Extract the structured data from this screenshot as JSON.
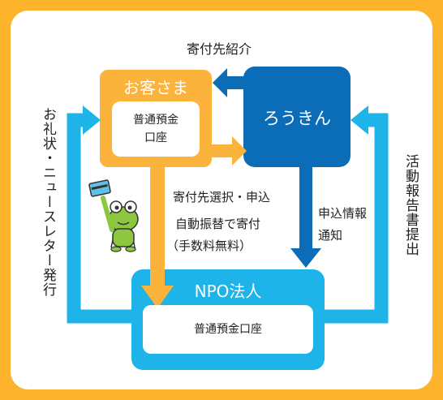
{
  "labels": {
    "top": "寄付先紹介",
    "customer": "お客さま",
    "customer_account": "普通預金\n口座",
    "bank": "ろうきん",
    "select": "寄付先選択・申込",
    "auto_transfer": "自動振替で寄付",
    "fee": "（手数料無料）",
    "apply_info": "申込情報",
    "notice": "通知",
    "npo": "NPO法人",
    "npo_account": "普通預金口座",
    "left_vertical": "お礼状・ニュースレター発行",
    "right_vertical": "活動報告書提出"
  },
  "colors": {
    "background": "#FDB42C",
    "customer": "#FBB33B",
    "bank": "#0B6CB7",
    "npo": "#1EB4E9",
    "frame": "#FFFFFF"
  },
  "icons": {
    "mascot": "frog-mascot-icon"
  }
}
